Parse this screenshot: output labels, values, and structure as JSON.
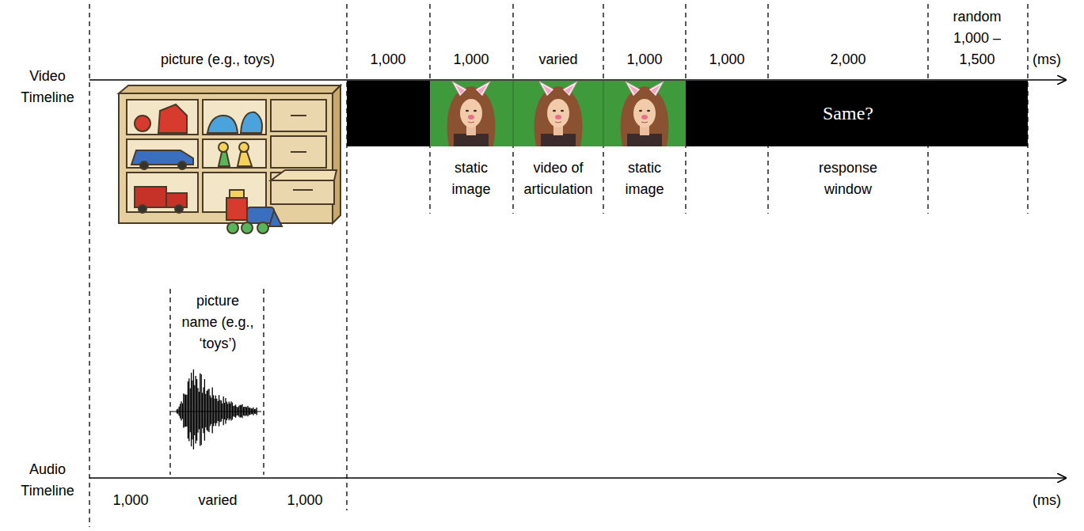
{
  "diagram": {
    "nodes": [
      {
        "text": [
          "Same?"
        ]
      }
    ],
    "labels": [
      "Video Timeline",
      "picture (e.g., toys)",
      "1,000",
      "1,000",
      "varied",
      "1,000",
      "1,000",
      "2,000",
      "random 1,000 – 1,500",
      "(ms)",
      "static image",
      "video of articulation",
      "static image",
      "response window",
      "picture name (e.g., ‘toys’)",
      "Audio Timeline",
      "1,000",
      "varied",
      "1,000",
      "(ms)"
    ]
  }
}
